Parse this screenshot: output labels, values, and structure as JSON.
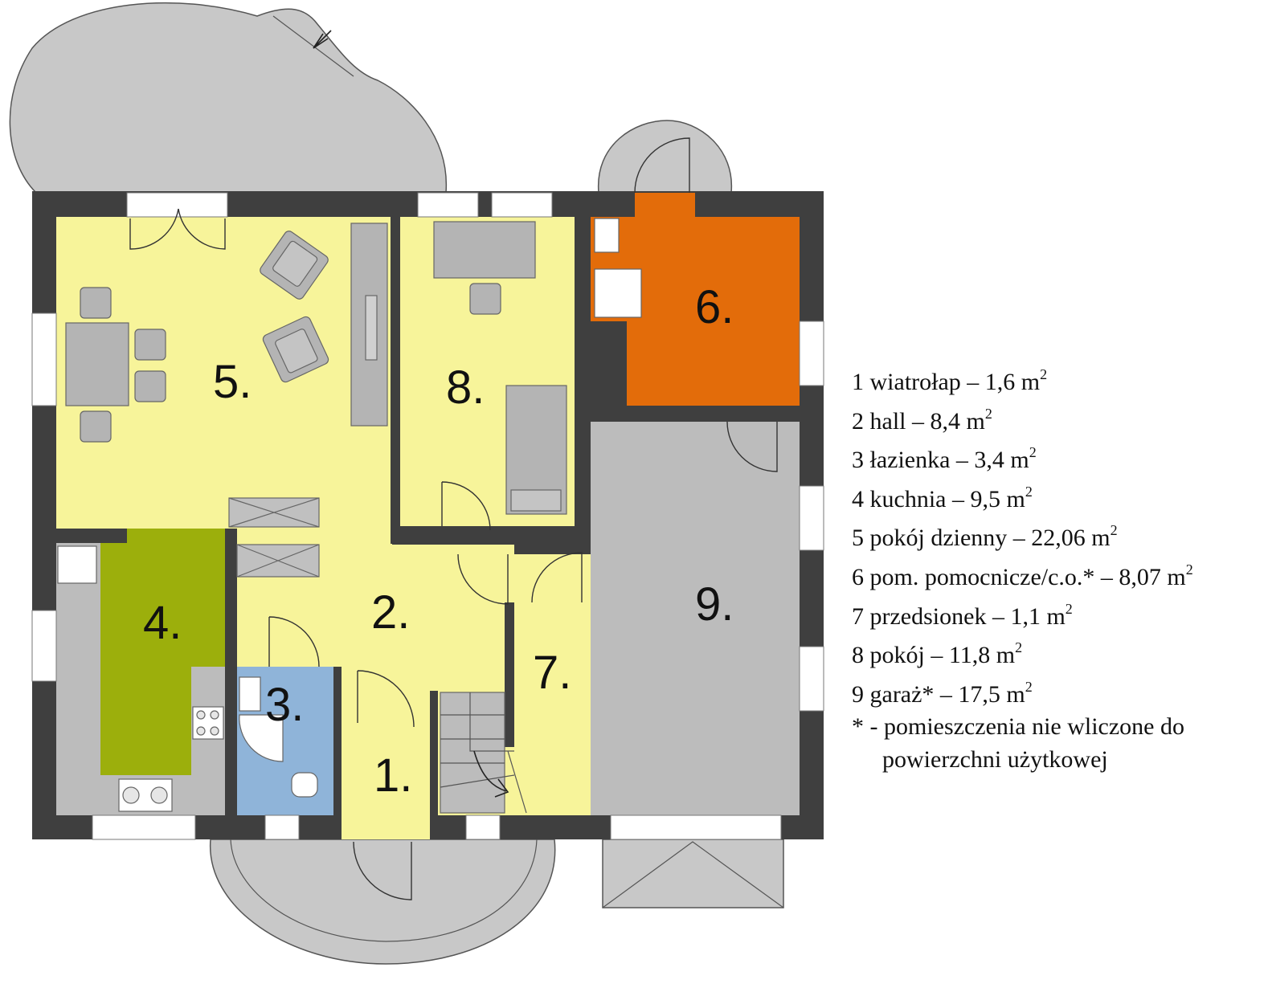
{
  "colors": {
    "wall": "#3f3f3f",
    "terrace": "#c8c8c8",
    "living_yellow": "#f7f49a",
    "kitchen_green": "#9caf0c",
    "bath_blue": "#8fb4d9",
    "utility_orange": "#e36c0a",
    "garage_gray": "#bcbcbc",
    "furniture_gray": "#b4b4b4"
  },
  "rooms": [
    {
      "id": "1",
      "label": "1."
    },
    {
      "id": "2",
      "label": "2."
    },
    {
      "id": "3",
      "label": "3."
    },
    {
      "id": "4",
      "label": "4."
    },
    {
      "id": "5",
      "label": "5."
    },
    {
      "id": "6",
      "label": "6."
    },
    {
      "id": "7",
      "label": "7."
    },
    {
      "id": "8",
      "label": "8."
    },
    {
      "id": "9",
      "label": "9."
    }
  ],
  "legend": {
    "items": [
      {
        "text": "1 wiatrołap – 1,6 m",
        "sup": "2"
      },
      {
        "text": "2 hall – 8,4 m",
        "sup": "2"
      },
      {
        "text": "3 łazienka – 3,4 m",
        "sup": "2"
      },
      {
        "text": "4 kuchnia – 9,5 m",
        "sup": "2"
      },
      {
        "text": "5 pokój dzienny – 22,06 m",
        "sup": "2"
      },
      {
        "text": "6 pom. pomocnicze/c.o.* – 8,07 m",
        "sup": "2"
      },
      {
        "text": "7 przedsionek – 1,1 m",
        "sup": "2"
      },
      {
        "text": "8 pokój – 11,8 m",
        "sup": "2"
      },
      {
        "text": "9 garaż* – 17,5 m",
        "sup": "2"
      }
    ],
    "note_line1": "* - pomieszczenia nie wliczone do",
    "note_line2": "powierzchni użytkowej"
  }
}
